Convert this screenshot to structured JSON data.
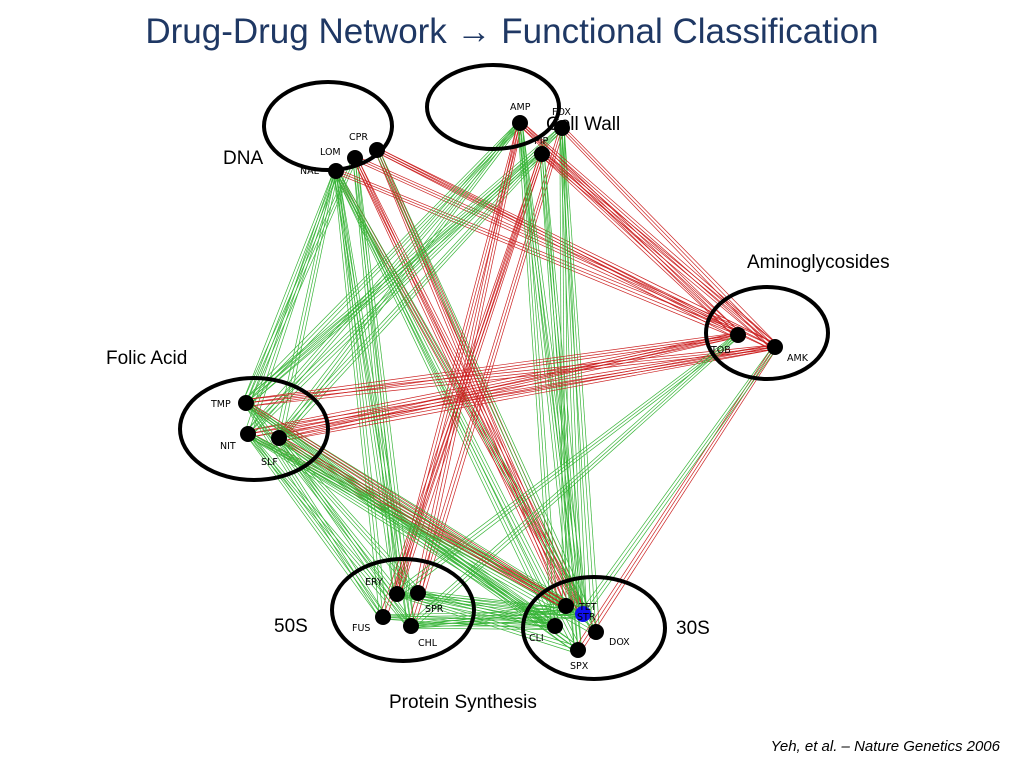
{
  "title": "Drug-Drug Network → Functional Classification",
  "citation": "Yeh, et al. – Nature Genetics 2006",
  "colors": {
    "title": "#1f3864",
    "synergy_edge": "#39b539",
    "antagonism_edge": "#cc2222",
    "node": "#000000",
    "highlight_node": "#1010ee"
  },
  "groups": [
    {
      "id": "dna",
      "label": "DNA"
    },
    {
      "id": "cellwall",
      "label": "Cell Wall"
    },
    {
      "id": "amino",
      "label": "Aminoglycosides"
    },
    {
      "id": "folic",
      "label": "Folic Acid"
    },
    {
      "id": "s50",
      "label": "50S"
    },
    {
      "id": "s30",
      "label": "30S"
    },
    {
      "id": "protein",
      "label": "Protein Synthesis"
    }
  ],
  "nodes": [
    {
      "id": "CPR",
      "label": "CPR",
      "group": "dna"
    },
    {
      "id": "LOM",
      "label": "LOM",
      "group": "dna"
    },
    {
      "id": "NAL",
      "label": "NAL",
      "group": "dna"
    },
    {
      "id": "AMP",
      "label": "AMP",
      "group": "cellwall"
    },
    {
      "id": "FOX",
      "label": "FOX",
      "group": "cellwall"
    },
    {
      "id": "PIP",
      "label": "PIP",
      "group": "cellwall"
    },
    {
      "id": "TOB",
      "label": "TOB",
      "group": "amino"
    },
    {
      "id": "AMK",
      "label": "AMK",
      "group": "amino"
    },
    {
      "id": "TMP",
      "label": "TMP",
      "group": "folic"
    },
    {
      "id": "NIT",
      "label": "NIT",
      "group": "folic"
    },
    {
      "id": "SLF",
      "label": "SLF",
      "group": "folic"
    },
    {
      "id": "ERY",
      "label": "ERY",
      "group": "s50"
    },
    {
      "id": "SPR",
      "label": "SPR",
      "group": "s50"
    },
    {
      "id": "FUS",
      "label": "FUS",
      "group": "s50"
    },
    {
      "id": "CHL",
      "label": "CHL",
      "group": "s50"
    },
    {
      "id": "TET",
      "label": "TET",
      "group": "s30"
    },
    {
      "id": "STR",
      "label": "STR",
      "group": "s30"
    },
    {
      "id": "CLI",
      "label": "CLI",
      "group": "s30"
    },
    {
      "id": "DOX",
      "label": "DOX",
      "group": "s30"
    },
    {
      "id": "SPX",
      "label": "SPX",
      "group": "s30"
    }
  ],
  "edges": [
    {
      "a": "NAL",
      "b": "TMP",
      "type": "synergy"
    },
    {
      "a": "NAL",
      "b": "NIT",
      "type": "synergy"
    },
    {
      "a": "NAL",
      "b": "SLF",
      "type": "synergy"
    },
    {
      "a": "LOM",
      "b": "TMP",
      "type": "synergy"
    },
    {
      "a": "NAL",
      "b": "ERY",
      "type": "synergy"
    },
    {
      "a": "NAL",
      "b": "FUS",
      "type": "synergy"
    },
    {
      "a": "NAL",
      "b": "CHL",
      "type": "synergy"
    },
    {
      "a": "LOM",
      "b": "ERY",
      "type": "synergy"
    },
    {
      "a": "LOM",
      "b": "CHL",
      "type": "synergy"
    },
    {
      "a": "NAL",
      "b": "TET",
      "type": "antagonism"
    },
    {
      "a": "LOM",
      "b": "TET",
      "type": "antagonism"
    },
    {
      "a": "CPR",
      "b": "TET",
      "type": "antagonism"
    },
    {
      "a": "CPR",
      "b": "STR",
      "type": "antagonism"
    },
    {
      "a": "LOM",
      "b": "STR",
      "type": "antagonism"
    },
    {
      "a": "NAL",
      "b": "CLI",
      "type": "synergy"
    },
    {
      "a": "NAL",
      "b": "SPX",
      "type": "synergy"
    },
    {
      "a": "NAL",
      "b": "DOX",
      "type": "synergy"
    },
    {
      "a": "CPR",
      "b": "DOX",
      "type": "synergy"
    },
    {
      "a": "CPR",
      "b": "TOB",
      "type": "antagonism"
    },
    {
      "a": "NAL",
      "b": "TOB",
      "type": "antagonism"
    },
    {
      "a": "LOM",
      "b": "AMK",
      "type": "antagonism"
    },
    {
      "a": "CPR",
      "b": "AMK",
      "type": "antagonism"
    },
    {
      "a": "AMP",
      "b": "TMP",
      "type": "synergy"
    },
    {
      "a": "AMP",
      "b": "NIT",
      "type": "synergy"
    },
    {
      "a": "AMP",
      "b": "SLF",
      "type": "synergy"
    },
    {
      "a": "FOX",
      "b": "TMP",
      "type": "synergy"
    },
    {
      "a": "FOX",
      "b": "NIT",
      "type": "synergy"
    },
    {
      "a": "PIP",
      "b": "SLF",
      "type": "synergy"
    },
    {
      "a": "PIP",
      "b": "TMP",
      "type": "synergy"
    },
    {
      "a": "AMP",
      "b": "ERY",
      "type": "antagonism"
    },
    {
      "a": "PIP",
      "b": "ERY",
      "type": "antagonism"
    },
    {
      "a": "PIP",
      "b": "FUS",
      "type": "antagonism"
    },
    {
      "a": "FOX",
      "b": "CHL",
      "type": "antagonism"
    },
    {
      "a": "AMP",
      "b": "SPR",
      "type": "antagonism"
    },
    {
      "a": "AMP",
      "b": "TET",
      "type": "synergy"
    },
    {
      "a": "AMP",
      "b": "CLI",
      "type": "synergy"
    },
    {
      "a": "AMP",
      "b": "SPX",
      "type": "synergy"
    },
    {
      "a": "FOX",
      "b": "TET",
      "type": "synergy"
    },
    {
      "a": "FOX",
      "b": "STR",
      "type": "synergy"
    },
    {
      "a": "FOX",
      "b": "DOX",
      "type": "synergy"
    },
    {
      "a": "PIP",
      "b": "TET",
      "type": "synergy"
    },
    {
      "a": "PIP",
      "b": "SPX",
      "type": "synergy"
    },
    {
      "a": "AMP",
      "b": "TOB",
      "type": "antagonism"
    },
    {
      "a": "AMP",
      "b": "AMK",
      "type": "antagonism"
    },
    {
      "a": "FOX",
      "b": "AMK",
      "type": "antagonism"
    },
    {
      "a": "PIP",
      "b": "AMK",
      "type": "antagonism"
    },
    {
      "a": "PIP",
      "b": "TOB",
      "type": "antagonism"
    },
    {
      "a": "TOB",
      "b": "TMP",
      "type": "antagonism"
    },
    {
      "a": "TOB",
      "b": "NIT",
      "type": "antagonism"
    },
    {
      "a": "TOB",
      "b": "SLF",
      "type": "antagonism"
    },
    {
      "a": "AMK",
      "b": "TMP",
      "type": "antagonism"
    },
    {
      "a": "AMK",
      "b": "SLF",
      "type": "antagonism"
    },
    {
      "a": "AMK",
      "b": "NIT",
      "type": "antagonism"
    },
    {
      "a": "TOB",
      "b": "ERY",
      "type": "synergy"
    },
    {
      "a": "TOB",
      "b": "CHL",
      "type": "synergy"
    },
    {
      "a": "AMK",
      "b": "SPX",
      "type": "antagonism"
    },
    {
      "a": "AMK",
      "b": "TET",
      "type": "synergy"
    },
    {
      "a": "TMP",
      "b": "TET",
      "type": "synergy"
    },
    {
      "a": "TMP",
      "b": "STR",
      "type": "antagonism"
    },
    {
      "a": "TMP",
      "b": "CLI",
      "type": "synergy"
    },
    {
      "a": "TMP",
      "b": "SPX",
      "type": "synergy"
    },
    {
      "a": "NIT",
      "b": "TET",
      "type": "antagonism"
    },
    {
      "a": "NIT",
      "b": "STR",
      "type": "synergy"
    },
    {
      "a": "NIT",
      "b": "DOX",
      "type": "synergy"
    },
    {
      "a": "NIT",
      "b": "CLI",
      "type": "synergy"
    },
    {
      "a": "SLF",
      "b": "TET",
      "type": "synergy"
    },
    {
      "a": "SLF",
      "b": "SPX",
      "type": "synergy"
    },
    {
      "a": "SLF",
      "b": "STR",
      "type": "antagonism"
    },
    {
      "a": "SLF",
      "b": "CLI",
      "type": "synergy"
    },
    {
      "a": "TMP",
      "b": "ERY",
      "type": "synergy"
    },
    {
      "a": "TMP",
      "b": "FUS",
      "type": "synergy"
    },
    {
      "a": "NIT",
      "b": "FUS",
      "type": "synergy"
    },
    {
      "a": "NIT",
      "b": "CHL",
      "type": "synergy"
    },
    {
      "a": "SLF",
      "b": "CHL",
      "type": "synergy"
    },
    {
      "a": "SLF",
      "b": "SPR",
      "type": "synergy"
    },
    {
      "a": "ERY",
      "b": "TET",
      "type": "synergy"
    },
    {
      "a": "ERY",
      "b": "CLI",
      "type": "synergy"
    },
    {
      "a": "SPR",
      "b": "TET",
      "type": "synergy"
    },
    {
      "a": "SPR",
      "b": "CLI",
      "type": "synergy"
    },
    {
      "a": "FUS",
      "b": "TET",
      "type": "synergy"
    },
    {
      "a": "FUS",
      "b": "CLI",
      "type": "synergy"
    },
    {
      "a": "CHL",
      "b": "TET",
      "type": "synergy"
    },
    {
      "a": "CHL",
      "b": "CLI",
      "type": "synergy"
    },
    {
      "a": "ERY",
      "b": "SPX",
      "type": "synergy"
    },
    {
      "a": "CHL",
      "b": "STR",
      "type": "synergy"
    }
  ]
}
